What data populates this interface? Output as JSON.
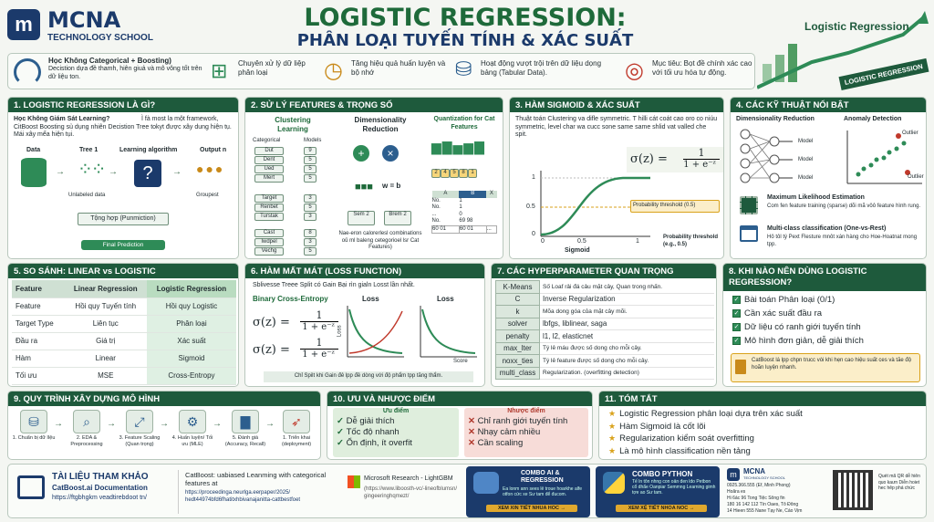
{
  "header": {
    "logo_title": "MCNA",
    "logo_sub": "TECHNOLOGY SCHOOL",
    "title": "LOGISTIC REGRESSION:",
    "subtitle": "PHÂN LOẠI TUYẾN TÍNH & XÁC SUẤT",
    "badge_top": "Logistic Regression",
    "badge_ribbon": "LOGISTIC REGRESSION"
  },
  "features": [
    {
      "title": "Học Không Categorical + Boosting)",
      "text": "Decistion dựa đề thamh, hiên giuả và mô vông tốt trên dữ liệu ton."
    },
    {
      "title": "",
      "text": "Chuyên xử lý dữ liệp phân loại"
    },
    {
      "title": "",
      "text": "Tăng hiệu quả huấn luyện và bộ nhớ"
    },
    {
      "title": "",
      "text": "Hoạt động vượt trội trên dữ liệu dọng bảng (Tabular Data)."
    },
    {
      "title": "",
      "text": "Mục tiêu: Bọt đề chính xác cao với tối ưu hóa tự động."
    }
  ],
  "p1": {
    "title": "1. LOGISTIC REGRESSION LÀ GÌ?",
    "q": "Học Không Giám Sát Learning?",
    "text": "Ì fà most la một framework, CitBoost Boosting sủ dụng nhiên Decistion Tree tokyt được xây dung hiện tụ. Mái xây mểa hiện tụi.",
    "data": "Data",
    "tree": "Tree 1",
    "learn": "Learning algorithm",
    "out": "Output n",
    "unlabeled": "Unlabeled data",
    "groupest": "Groupest",
    "combine": "Tộng hợp (Punmiction)",
    "final": "Final Prediction"
  },
  "p2": {
    "title": "2. SỬ LÝ FEATURES & TRỌNG SỐ",
    "c1": "Clustering Learning",
    "c2": "Dimensionality Reduction",
    "c3": "Quantization for Cat Features",
    "categorical": "Categorical",
    "models": "Models",
    "cats": [
      "Dut",
      "Dent",
      "Ued",
      "Mert"
    ],
    "nums": [
      "9",
      "5",
      "5",
      "5"
    ],
    "cats2": [
      "Target",
      "Renbet",
      "Turstak"
    ],
    "nums2": [
      "3",
      "5",
      "3"
    ],
    "cats3": [
      "Cast",
      "Iwdpel",
      "Vechg"
    ],
    "nums3": [
      "8",
      "3",
      "5"
    ],
    "wb": "w = b",
    "sem": "Sem 2",
    "brem": "Brem 2",
    "note": "Nae-eron calorerlesl combinations oủ ml baleng cetegorioel lsr Cat Features)",
    "qrow": [
      "2",
      "4",
      "5",
      "8",
      "1"
    ],
    "qhead": [
      "A",
      "B",
      "X"
    ],
    "qrows": [
      [
        "No.",
        "1",
        ""
      ],
      [
        "No.",
        "1",
        ""
      ],
      [
        "...",
        "0",
        ""
      ],
      [
        "No.",
        "69 98",
        ""
      ]
    ],
    "qlast": [
      "60 01",
      "60 01",
      "..."
    ]
  },
  "p3": {
    "title": "3. HÀM SIGMOID & XÁC SUẤT",
    "text": "Thuật toán Clustering va difle symmetric. T hilli cát coát cao oro co niúu symmetric, level char wa cucc sone same same shlid vat valled che spit.",
    "formula_lhs": "σ(z) =",
    "num": "1",
    "den": "1 + e⁻ᶻ",
    "y1": "1",
    "y05": "0.5",
    "y0": "0",
    "xt0": "0",
    "xt05": "0.5",
    "xt1": "1",
    "thresh": "Probability threshold (0.5)",
    "xlabel": "Sigmoid",
    "thresh2": "Probability threshold (e.g., 0.5)"
  },
  "p4": {
    "title": "4. CÁC KỸ THUẬT NỔI BẬT",
    "dim": "Dimensionality Reduction",
    "anom": "Anomaly Detection",
    "model": "Model",
    "outlier": "Outlier",
    "mle_t": "Maximum Likelihood Estimation",
    "mle": "Com fen feature training (sparse) dõi mã vôô feature hình rung.",
    "multi_t": "Multi-class classification (One-vs-Rest)",
    "multi": "Hô tôl tý Pext Flesture mnôt xán hàng cho Hoe-Hoatnat mong tpp."
  },
  "p5": {
    "title": "5. SO SÁNH: LINEAR vs LOGISTIC",
    "head": [
      "Feature",
      "Linear Regression",
      "Logistic Regression"
    ],
    "rows": [
      [
        "Feature",
        "Hồi quy Tuyến tính",
        "Hồi quy Logistic"
      ],
      [
        "Target Type",
        "Liên tục",
        "Phân loại"
      ],
      [
        "Đầu ra",
        "Giá trị",
        "Xác suất"
      ],
      [
        "Hàm",
        "Linear",
        "Sigmoid"
      ],
      [
        "Tối ưu",
        "MSE",
        "Cross-Entropy"
      ]
    ]
  },
  "p6": {
    "title": "6. HÀM MẤT MÁT (LOSS FUNCTION)",
    "text": "Sblivesse Treee Split có Gain Bại rìn gialn Losst lần nhất.",
    "bce": "Binary Cross-Entropy",
    "loss1": "Loss",
    "loss2": "Loss",
    "f1": "σ(z) =",
    "f2": "σ(z) =",
    "num": "1",
    "den": "1 + e⁻ᶻ",
    "axl": "Loss",
    "axs": "Score",
    "foot": "Chỉ Spilt khi Gain đê lpp đề dòng với độ phẩm tpp tăng thẩm."
  },
  "p7": {
    "title": "7. CÁC HYPERPARAMETER QUAN TRỌNG",
    "rows": [
      [
        "K-Means",
        "Số Loaf rải đá cảu mặt cây, Quan trong nhấn."
      ],
      [
        "C",
        "Inverse Regularization"
      ],
      [
        "k",
        "Mõa dong góa của mặt cây mõi."
      ],
      [
        "solver",
        "lbfgs, liblinear, saga"
      ],
      [
        "penalty",
        "l1, l2, elasticnet"
      ],
      [
        "max_lter",
        "Tý lê máu được số dong cho mỗi cây."
      ],
      [
        "noxx_ties",
        "Tý lê feature được số dong cho mỗi cây."
      ],
      [
        "multi_class",
        "Regularization. (overfitting detection)"
      ]
    ]
  },
  "p8": {
    "title": "8. KHI NÀO NÊN DÙNG LOGISTIC REGRESSION?",
    "items": [
      "Bài toán Phân loại (0/1)",
      "Cần xác suất đầu ra",
      "Dữ liệu có ranh giới tuyến tính",
      "Mô hình đơn giản, dễ giải thích"
    ],
    "note": "CatBoost lá lpp chpn trucc vòi khi hẹn cao hiệu suất ces và tăe độ hoãn luyện nhanh."
  },
  "p9": {
    "title": "9. QUY TRÌNH XÂY DỰNG MÔ HÌNH",
    "steps": [
      "1. Chuẩn bị dữ lIệu",
      "2. EDA & Preprocessing",
      "3. Feature Scaling (Quan trọng)",
      "4. Huấn luyện/ Tối ưu (MLE)",
      "5. Đánh giá (Accuracy, Recall)",
      "1. Triển khai (deployment)"
    ]
  },
  "p10": {
    "title": "10. ƯU VÀ NHƯỢC ĐIỂM",
    "pros_t": "Ưu điểm",
    "pros": [
      "Dễ giải thích",
      "Tốc độ nhanh",
      "Ổn định, ít overfit"
    ],
    "cons_t": "Nhược điểm",
    "cons": [
      "Chỉ ranh giới tuyến tính",
      "Nhạy cảm nhiều",
      "Cần scaling"
    ]
  },
  "p11": {
    "title": "11. TÓM TẮT",
    "items": [
      "Logistic Regression phân loại dựa trên xác suất",
      "Hàm Sigmoid là cốt lõi",
      "Regularization kiểm soát overfitting",
      "Là mô hình classification nền tảng"
    ]
  },
  "footer": {
    "ref_t": "TÀI LIỆU THAM KHẢO",
    "ref1": "CatBoost.ai Documentation",
    "ref2": "https://ftgbhgkm veadtirebdoot tn/",
    "cat_t": "CatBoost: uabiased Leanming with categorical features at",
    "cat_u": "https://proceedinga.neurlga.eerpaper/2025/ hedt44974bfd6fhatitxhbivanajanitta-cattbestfoet",
    "ms_t": "Microsoft Research - LightGBM",
    "ms_u": "(https://www.liboosth-vc/-lineofblumsn/ gingeeringhqmezt/",
    "c1_t": "COMBO AI & REGRESSION",
    "c1_txt": "Ea lonm ann sees lẻ troue hoarkhe alfe otfon cức xe Sư tam để đucom.",
    "c1_btn": "XEM XIN TIẾT NHUA HOC →",
    "c2_t": "COMBO PYTHON",
    "c2_txt": "Tế ln tôn nhng con oản đen ldo Petbon cổ dhẩe Oanpiar Semmng Learning gimh tợe ao Sư tam.",
    "c2_btn": "XEM XỆ TIẾT NHOA NOC →",
    "m_title": "MCNA",
    "m_sub": "TECHNOLOGY SCHOOL",
    "m1": "0925.366.555 (Ef, Minh Phong)",
    "m2": "Hoãra es",
    "m3": "Hi 6ác 96 Tong Tiệc Sông fin",
    "m4": "180 16 142 112 Tín Oaes, Tô Đông",
    "m5": "14 Hieen 555 Nane Tạy Ne, Cáo Vịm",
    "qr": "Quét mã QR dễ hiên quo kaưn Diễn hoiet hec hêp phá chức"
  },
  "colors": {
    "dark": "#1e5a3c",
    "accent": "#2e8b57",
    "navy": "#1b3a6b"
  }
}
